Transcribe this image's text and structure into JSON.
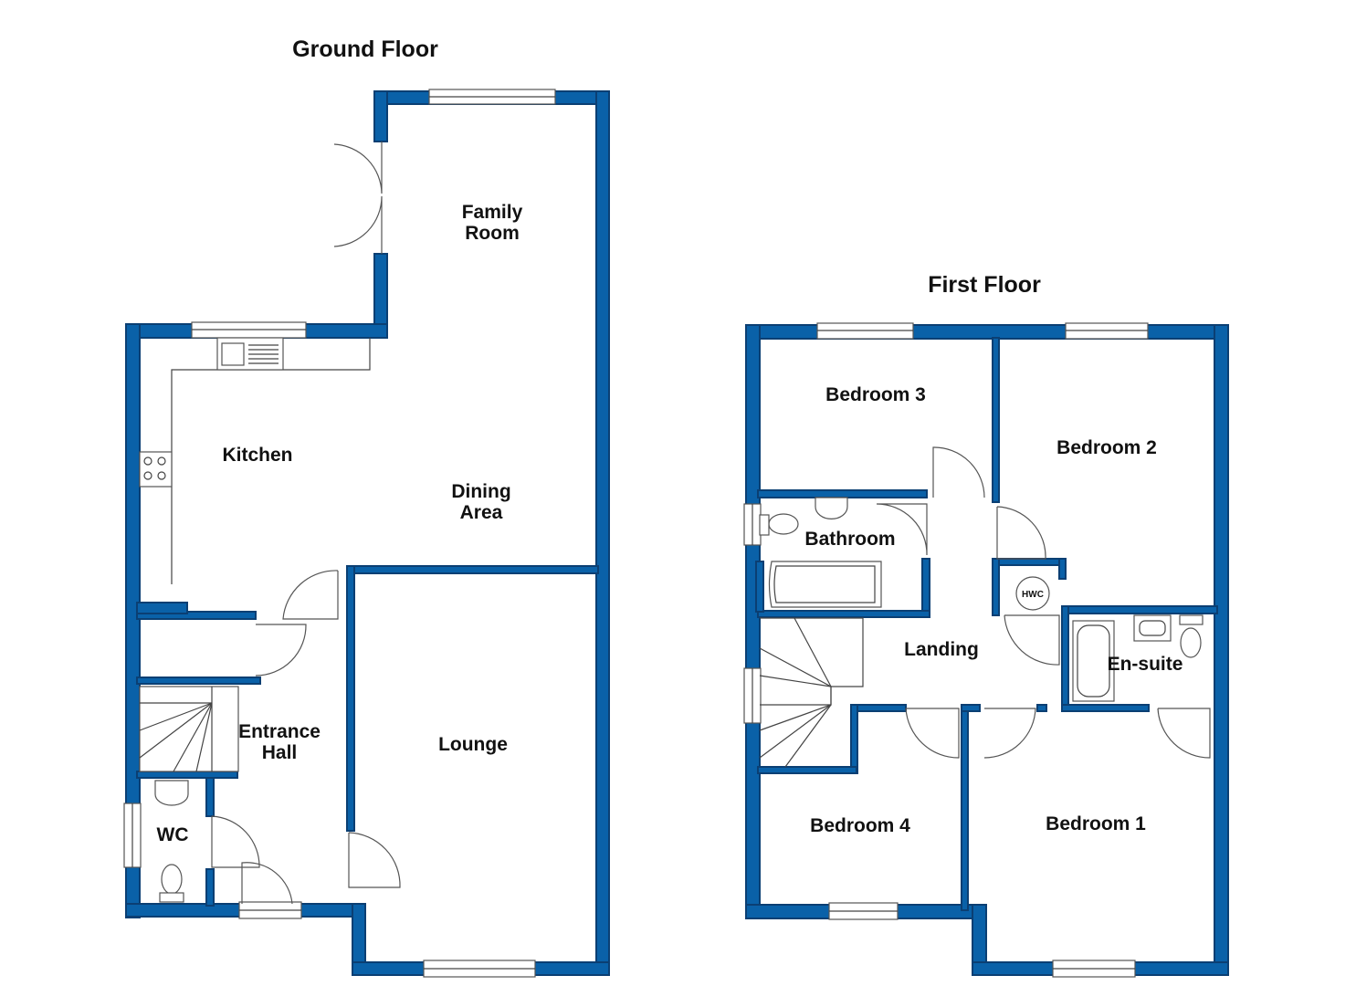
{
  "titles": {
    "ground": "Ground Floor",
    "first": "First Floor"
  },
  "ground_floor": {
    "rooms": {
      "family_room": [
        "Family",
        "Room"
      ],
      "kitchen": "Kitchen",
      "dining_area": [
        "Dining",
        "Area"
      ],
      "entrance_hall": [
        "Entrance",
        "Hall"
      ],
      "lounge": "Lounge",
      "wc": "WC"
    }
  },
  "first_floor": {
    "rooms": {
      "bedroom_3": "Bedroom 3",
      "bedroom_2": "Bedroom 2",
      "bathroom": "Bathroom",
      "landing": "Landing",
      "en_suite": "En-suite",
      "bedroom_4": "Bedroom 4",
      "bedroom_1": "Bedroom 1",
      "hwc": "HWC"
    }
  },
  "colors": {
    "wall": "#0a61a8",
    "background": "#ffffff"
  }
}
